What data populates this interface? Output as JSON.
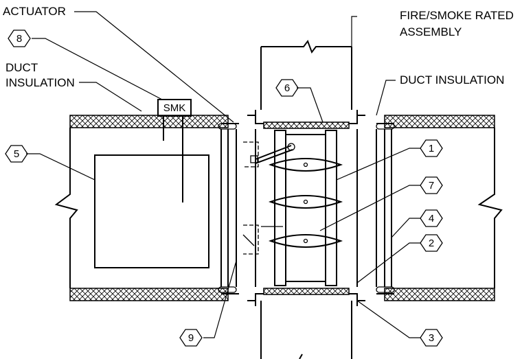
{
  "labels": {
    "actuator": "ACTUATOR",
    "duct_insulation_left_1": "DUCT",
    "duct_insulation_left_2": "INSULATION",
    "fire_smoke_1": "FIRE/SMOKE RATED",
    "fire_smoke_2": "ASSEMBLY",
    "duct_insulation_right": "DUCT INSULATION",
    "smk": "SMK"
  },
  "tags": {
    "t1": "1",
    "t2": "2",
    "t3": "3",
    "t4": "4",
    "t5": "5",
    "t6": "6",
    "t7": "7",
    "t8": "8",
    "t9": "9"
  }
}
